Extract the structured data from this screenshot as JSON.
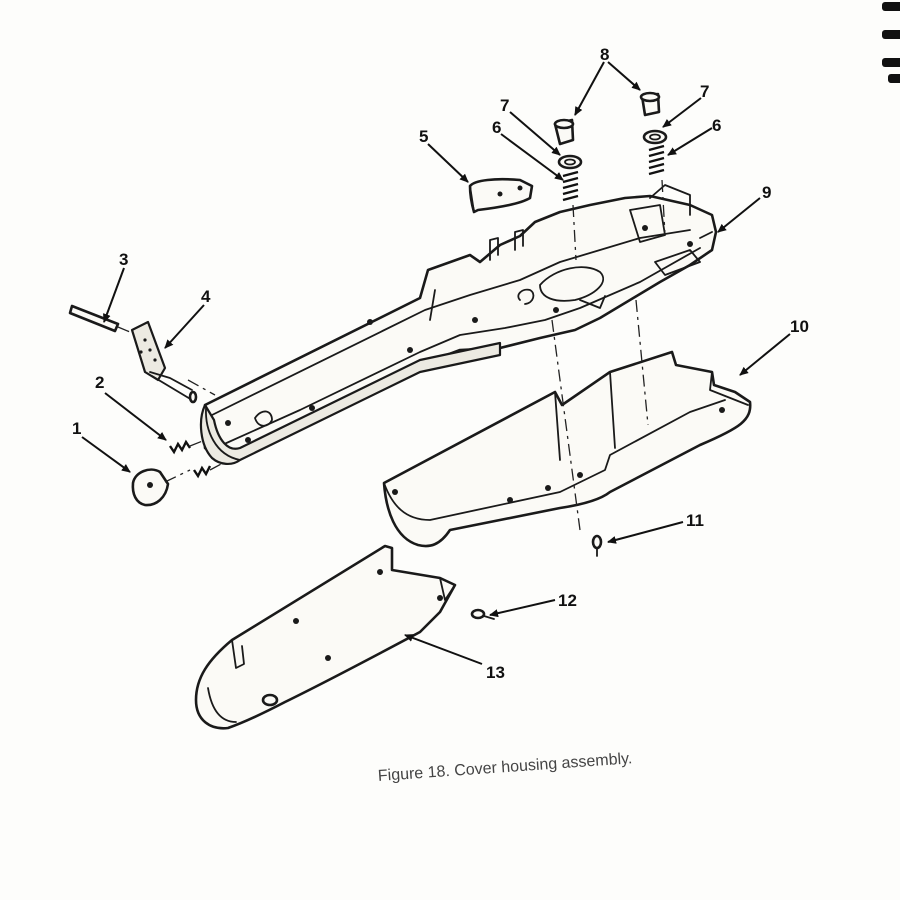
{
  "figure": {
    "caption": "Figure 18. Cover housing assembly."
  },
  "callouts": {
    "c1": "1",
    "c2": "2",
    "c3": "3",
    "c4": "4",
    "c5": "5",
    "c6a": "6",
    "c6b": "6",
    "c7a": "7",
    "c7b": "7",
    "c8": "8",
    "c9": "9",
    "c10": "10",
    "c11": "11",
    "c12": "12",
    "c13": "13"
  }
}
